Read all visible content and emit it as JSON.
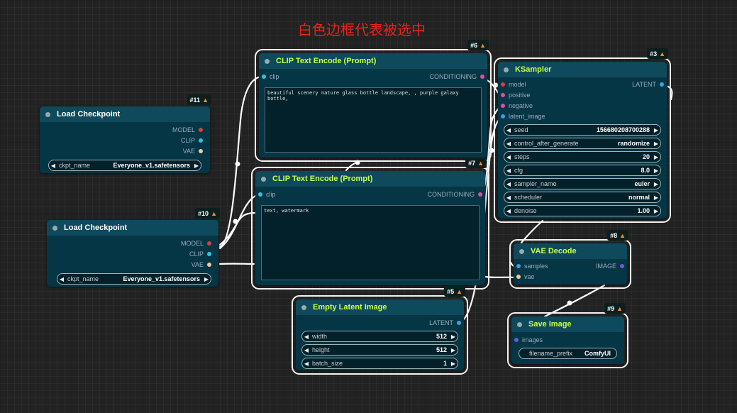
{
  "caption": "白色边框代表被选中",
  "colors": {
    "model": "#e23b3b",
    "clip": "#2fc4dc",
    "vae": "#f5c7a0",
    "conditioning": "#e24ea0",
    "latent": "#3b9fe0",
    "image": "#7258d8",
    "wire": "#ffffff"
  },
  "icons": {
    "badge": "fox-icon",
    "dot": "node-collapse-dot"
  },
  "nodes": {
    "load11": {
      "id": "#11",
      "title": "Load Checkpoint",
      "outputs": [
        "MODEL",
        "CLIP",
        "VAE"
      ],
      "widget": {
        "label": "ckpt_name",
        "value": "Everyone_v1.safetensors"
      }
    },
    "load10": {
      "id": "#10",
      "title": "Load Checkpoint",
      "outputs": [
        "MODEL",
        "CLIP",
        "VAE"
      ],
      "widget": {
        "label": "ckpt_name",
        "value": "Everyone_v1.safetensors"
      }
    },
    "clip6": {
      "id": "#6",
      "title": "CLIP Text Encode (Prompt)",
      "input": "clip",
      "output": "CONDITIONING",
      "text": "beautiful scenery nature glass bottle landscape, , purple galaxy bottle,"
    },
    "clip7": {
      "id": "#7",
      "title": "CLIP Text Encode (Prompt)",
      "input": "clip",
      "output": "CONDITIONING",
      "text": "text, watermark"
    },
    "ksampler": {
      "id": "#3",
      "title": "KSampler",
      "inputs": [
        "model",
        "positive",
        "negative",
        "latent_image"
      ],
      "output": "LATENT",
      "widgets": [
        {
          "label": "seed",
          "value": "156680208700288"
        },
        {
          "label": "control_after_generate",
          "value": "randomize"
        },
        {
          "label": "steps",
          "value": "20"
        },
        {
          "label": "cfg",
          "value": "8.0"
        },
        {
          "label": "sampler_name",
          "value": "euler"
        },
        {
          "label": "scheduler",
          "value": "normal"
        },
        {
          "label": "denoise",
          "value": "1.00"
        }
      ]
    },
    "vae8": {
      "id": "#8",
      "title": "VAE Decode",
      "inputs": [
        "samples",
        "vae"
      ],
      "output": "IMAGE"
    },
    "latent5": {
      "id": "#5",
      "title": "Empty Latent Image",
      "output": "LATENT",
      "widgets": [
        {
          "label": "width",
          "value": "512"
        },
        {
          "label": "height",
          "value": "512"
        },
        {
          "label": "batch_size",
          "value": "1"
        }
      ]
    },
    "save9": {
      "id": "#9",
      "title": "Save Image",
      "input": "images",
      "widget": {
        "label": "filename_prefix",
        "value": "ComfyUI"
      }
    }
  }
}
